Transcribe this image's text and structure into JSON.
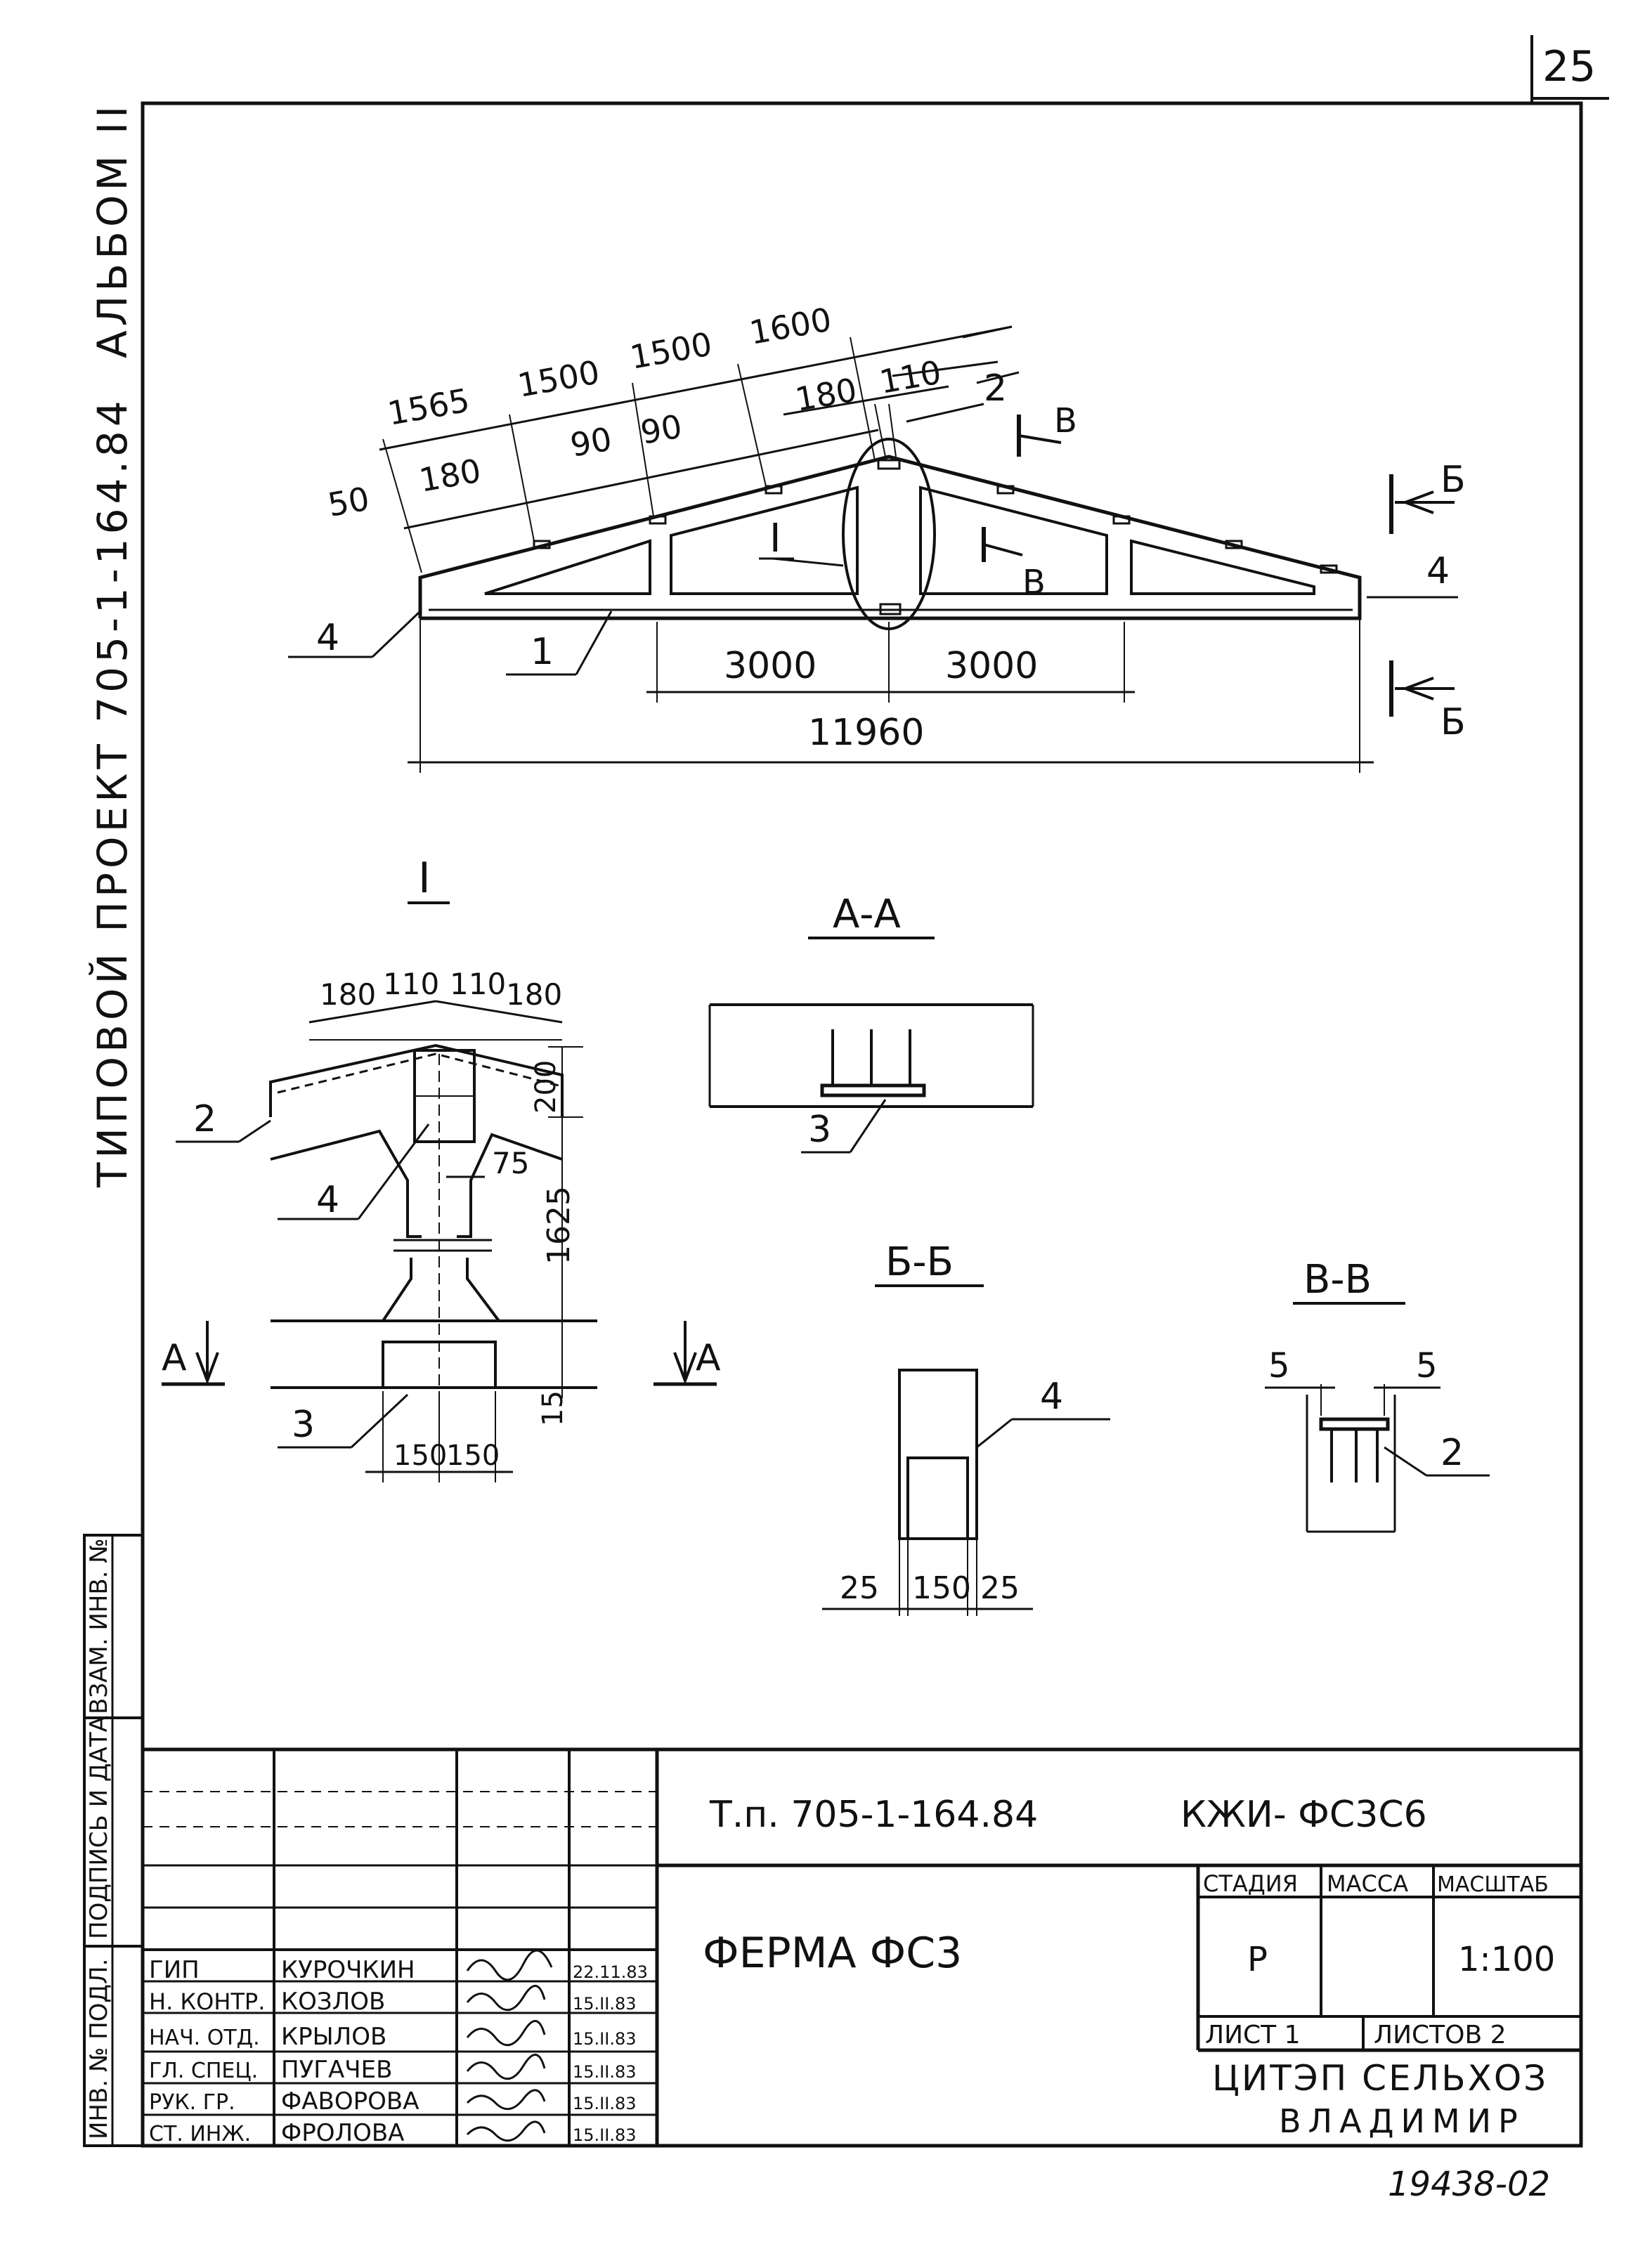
{
  "sheet_number": "25",
  "archive_number": "19438-02",
  "side_margin": {
    "album": "АЛЬБОМ II",
    "project": "ТИПОВОЙ ПРОЕКТ 705-1-164.84"
  },
  "elevation": {
    "top_dims": [
      "50",
      "180",
      "1565",
      "1500",
      "90",
      "90",
      "1500",
      "1600",
      "180",
      "110"
    ],
    "bottom_dims": [
      "3000",
      "3000",
      "11960"
    ],
    "labels": {
      "pos1": "1",
      "pos2": "2",
      "pos4_left": "4",
      "pos4_right": "4",
      "node_I": "I",
      "cut_v_top": "В",
      "cut_v_mid": "В",
      "cut_b_top": "Б",
      "cut_b_bottom": "Б"
    }
  },
  "detail_I": {
    "title": "I",
    "dims_top": [
      "180",
      "110",
      "110",
      "180"
    ],
    "dim_200": "200",
    "dim_75": "75",
    "dim_1625": "1625",
    "dim_15": "15",
    "dims_bottom": [
      "150",
      "150"
    ],
    "labels": {
      "pos2": "2",
      "pos4": "4",
      "pos3": "3",
      "cut_a_left": "А",
      "cut_a_right": "А"
    }
  },
  "section_aa": {
    "title": "А-А",
    "pos3": "3"
  },
  "section_bb": {
    "title": "Б-Б",
    "pos4": "4",
    "dims": [
      "25",
      "150",
      "25"
    ]
  },
  "section_vv": {
    "title": "В-В",
    "pos2": "2",
    "dims": [
      "5",
      "5"
    ]
  },
  "side_stamp": [
    "ИНВ. № ПОДЛ.",
    "ПОДПИСЬ И ДАТА",
    "ВЗАМ. ИНВ. №"
  ],
  "title_block": {
    "code": "Т.п. 705-1-164.84",
    "mark": "КЖИ- ФС3С6",
    "name": "ФЕРМА ФС3",
    "headers": {
      "stage": "СТАДИЯ",
      "mass": "МАССА",
      "scale": "МАСШТАБ"
    },
    "values": {
      "stage": "Р",
      "mass": "",
      "scale": "1:100"
    },
    "sheet_label": "ЛИСТ 1",
    "sheets_label": "ЛИСТОВ 2",
    "org_line1": "ЦИТЭП СЕЛЬХОЗ",
    "org_line2": "ВЛАДИМИР",
    "people": [
      {
        "role": "ГИП",
        "name": "КУРОЧКИН",
        "date": "22.11.83"
      },
      {
        "role": "Н. КОНТР.",
        "name": "КОЗЛОВ",
        "date": "15.II.83"
      },
      {
        "role": "НАЧ. ОТД.",
        "name": "КРЫЛОВ",
        "date": "15.II.83"
      },
      {
        "role": "ГЛ. СПЕЦ.",
        "name": "ПУГАЧЕВ",
        "date": "15.II.83"
      },
      {
        "role": "РУК. ГР.",
        "name": "ФАВОРОВА",
        "date": "15.II.83"
      },
      {
        "role": "СТ. ИНЖ.",
        "name": "ФРОЛОВА",
        "date": "15.II.83"
      }
    ]
  },
  "colors": {
    "ink": "#111111",
    "paper": "#ffffff"
  }
}
